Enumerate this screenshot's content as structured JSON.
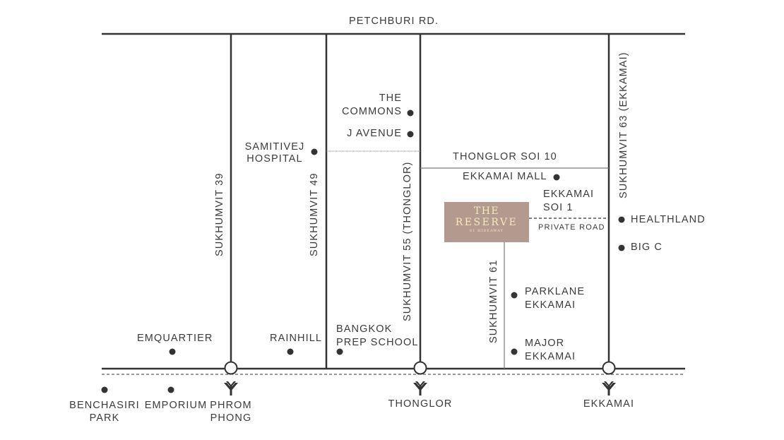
{
  "roads": {
    "petchburi": "PETCHBURI RD.",
    "sukhumvit_39": "SUKHUMVIT 39",
    "sukhumvit_49": "SUKHUMVIT 49",
    "sukhumvit_55": "SUKHUMVIT 55 (THONGLOR)",
    "sukhumvit_63": "SUKHUMVIT 63 (EKKAMAI)",
    "sukhumvit_61": "SUKHUMVIT 61",
    "thonglor_soi_10": "THONGLOR SOI 10",
    "ekkamai_soi_1_line1": "EKKAMAI",
    "ekkamai_soi_1_line2": "SOI 1",
    "private_road": "PRIVATE ROAD"
  },
  "places": {
    "the_commons_line1": "THE",
    "the_commons_line2": "COMMONS",
    "j_avenue": "J AVENUE",
    "samitivej_line1": "SAMITIVEJ",
    "samitivej_line2": "HOSPITAL",
    "ekkamai_mall": "EKKAMAI MALL",
    "healthland": "HEALTHLAND",
    "big_c": "BIG C",
    "parklane_line1": "PARKLANE",
    "parklane_line2": "EKKAMAI",
    "major_line1": "MAJOR",
    "major_line2": "EKKAMAI",
    "emquartier": "EMQUARTIER",
    "rainhill": "RAINHILL",
    "bangkok_prep_line1": "BANGKOK",
    "bangkok_prep_line2": "PREP SCHOOL",
    "benchasiri_line1": "BENCHASIRI",
    "benchasiri_line2": "PARK",
    "emporium": "EMPORIUM"
  },
  "stations": {
    "phrom_phong_line1": "PHROM",
    "phrom_phong_line2": "PHONG",
    "thonglor": "THONGLOR",
    "ekkamai": "EKKAMAI"
  },
  "project": {
    "line1": "THE",
    "line2": "RESERVE",
    "line3": "61 HIDEAWAY",
    "color": "#b39a8f",
    "text_color": "#f6e7bd"
  },
  "icons": {
    "station_marker": "bts-station-circle",
    "bts_logo": "bts-logo-icon",
    "poi": "poi-dot"
  },
  "colors": {
    "road": "#333333",
    "secondary_road": "#7a7a7a",
    "text": "#3b3b3b"
  }
}
